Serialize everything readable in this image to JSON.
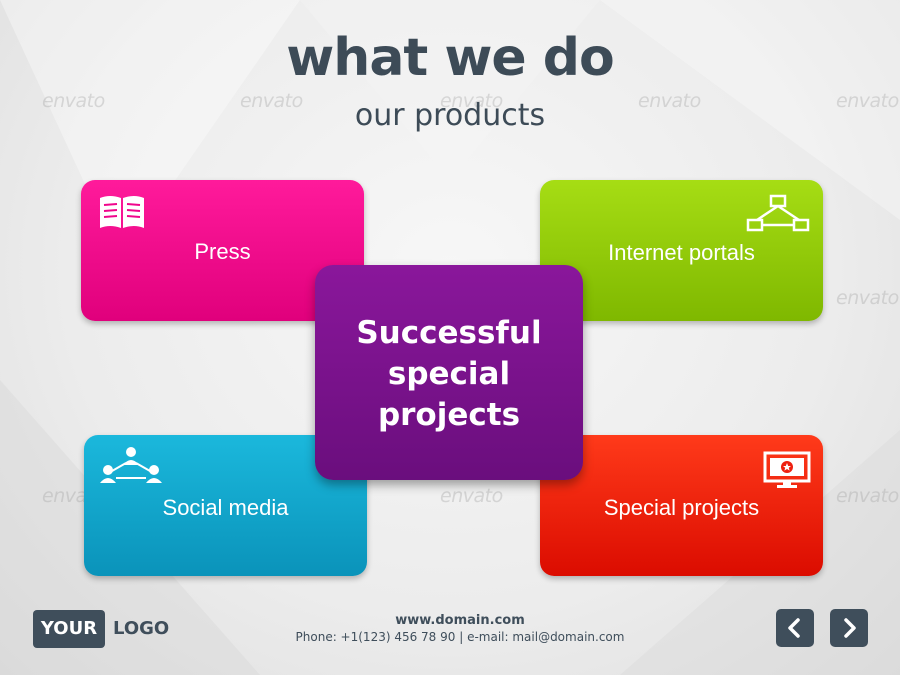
{
  "header": {
    "title": "what we do",
    "subtitle": "our products"
  },
  "cards": {
    "press": {
      "label": "Press",
      "color": "#f0058c",
      "icon": "book-icon"
    },
    "internet": {
      "label": "Internet portals",
      "color": "#93cb0a",
      "icon": "network-icon"
    },
    "social": {
      "label": "Social media",
      "color": "#12a6cc",
      "icon": "people-icon"
    },
    "special": {
      "label": "Special projects",
      "color": "#ee2010",
      "icon": "monitor-star-icon"
    },
    "center": {
      "lines": [
        "Successful",
        "special",
        "projects"
      ],
      "color": "#7a128c"
    }
  },
  "watermark": {
    "text": "envato"
  },
  "footer": {
    "logo_box": "YOUR",
    "logo_text": "LOGO",
    "url": "www.domain.com",
    "contact": "Phone: +1(123) 456 78 90 | e-mail: mail@domain.com"
  },
  "nav": {
    "prev_icon": "chevron-left-icon",
    "next_icon": "chevron-right-icon"
  },
  "colors": {
    "text_dark": "#3d4b57"
  }
}
